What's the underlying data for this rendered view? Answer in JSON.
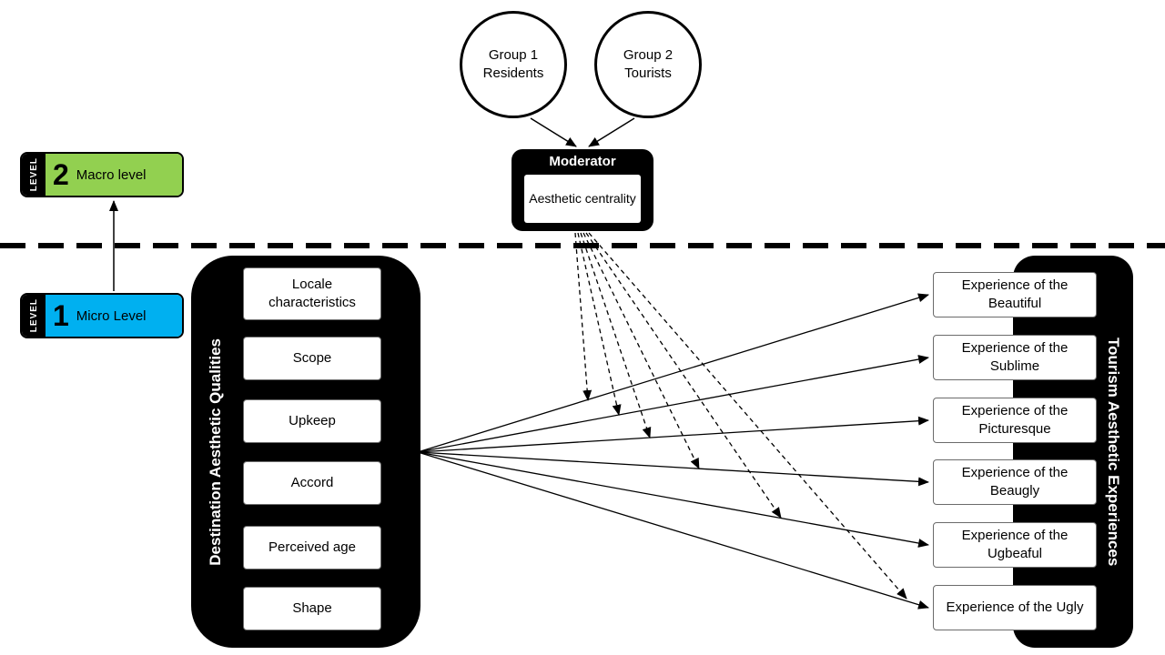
{
  "circles": [
    {
      "label": "Group 1 Residents"
    },
    {
      "label": "Group 2 Tourists"
    }
  ],
  "moderator": {
    "title": "Moderator",
    "item": "Aesthetic centrality"
  },
  "levels": [
    {
      "word": "LEVEL",
      "number": "2",
      "label": "Macro level",
      "color": "#92d050"
    },
    {
      "word": "LEVEL",
      "number": "1",
      "label": "Micro Level",
      "color": "#00b0f0"
    }
  ],
  "left_panel": {
    "title": "Destination Aesthetic Qualities",
    "items": [
      "Locale characteristics",
      "Scope",
      "Upkeep",
      "Accord",
      "Perceived age",
      "Shape"
    ]
  },
  "right_panel": {
    "title": "Tourism Aesthetic Experiences",
    "items": [
      "Experience of the Beautiful",
      "Experience of the Sublime",
      "Experience of the Picturesque",
      "Experience of the Beaugly",
      "Experience of the Ugbeaful",
      "Experience of the Ugly"
    ]
  },
  "colors": {
    "level2_green": "#92d050",
    "level1_blue": "#00b0f0",
    "panel_black": "#000000"
  }
}
